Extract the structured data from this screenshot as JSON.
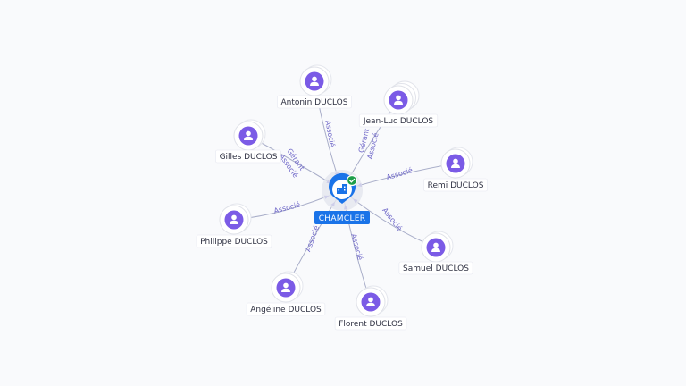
{
  "colors": {
    "person": "#7b5be6",
    "company": "#1a73e8",
    "verified": "#1e9e4a",
    "edge": "#a9aec9",
    "edge_label": "#6e66c8"
  },
  "center": {
    "label": "CHAMCLER",
    "icon": "building-icon",
    "badge_icon": "check-icon"
  },
  "people": [
    {
      "id": "antonin",
      "name": "Antonin DUCLOS",
      "stacked": false,
      "relations": [
        "Associé"
      ]
    },
    {
      "id": "jeanluc",
      "name": "Jean-Luc DUCLOS",
      "stacked": true,
      "relations": [
        "Gérant",
        "Associé"
      ]
    },
    {
      "id": "gilles",
      "name": "Gilles DUCLOS",
      "stacked": false,
      "relations": [
        "Gérant",
        "Associé"
      ]
    },
    {
      "id": "remi",
      "name": "Remi DUCLOS",
      "stacked": false,
      "relations": [
        "Associé"
      ]
    },
    {
      "id": "philippe",
      "name": "Philippe DUCLOS",
      "stacked": false,
      "relations": [
        "Associé"
      ]
    },
    {
      "id": "samuel",
      "name": "Samuel DUCLOS",
      "stacked": false,
      "relations": [
        "Associé"
      ]
    },
    {
      "id": "angeline",
      "name": "Angéline DUCLOS",
      "stacked": false,
      "relations": [
        "Associé"
      ]
    },
    {
      "id": "florent",
      "name": "Florent DUCLOS",
      "stacked": false,
      "relations": [
        "Associé"
      ]
    }
  ]
}
